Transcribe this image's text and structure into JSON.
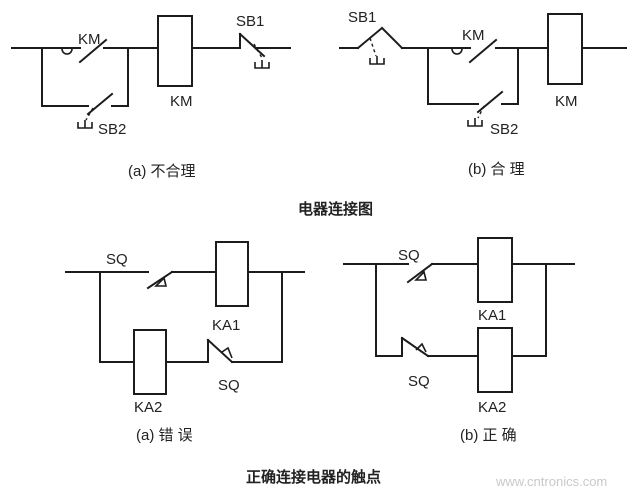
{
  "figure_top": {
    "title": "电器连接图",
    "panel_a": {
      "caption": "(a) 不合理",
      "contact_label": "KM",
      "coil_label": "KM",
      "button_top": "SB1",
      "button_bottom": "SB2"
    },
    "panel_b": {
      "caption": "(b) 合 理",
      "contact_label": "KM",
      "coil_label": "KM",
      "button_top": "SB1",
      "button_bottom": "SB2"
    }
  },
  "figure_bottom": {
    "title": "正确连接电器的触点",
    "panel_a": {
      "caption": "(a) 错 误",
      "sq_top": "SQ",
      "sq_bottom": "SQ",
      "coil_1": "KA1",
      "coil_2": "KA2"
    },
    "panel_b": {
      "caption": "(b) 正 确",
      "sq_top": "SQ",
      "sq_bottom": "SQ",
      "coil_1": "KA1",
      "coil_2": "KA2"
    }
  },
  "watermark": "www.cntronics.com"
}
